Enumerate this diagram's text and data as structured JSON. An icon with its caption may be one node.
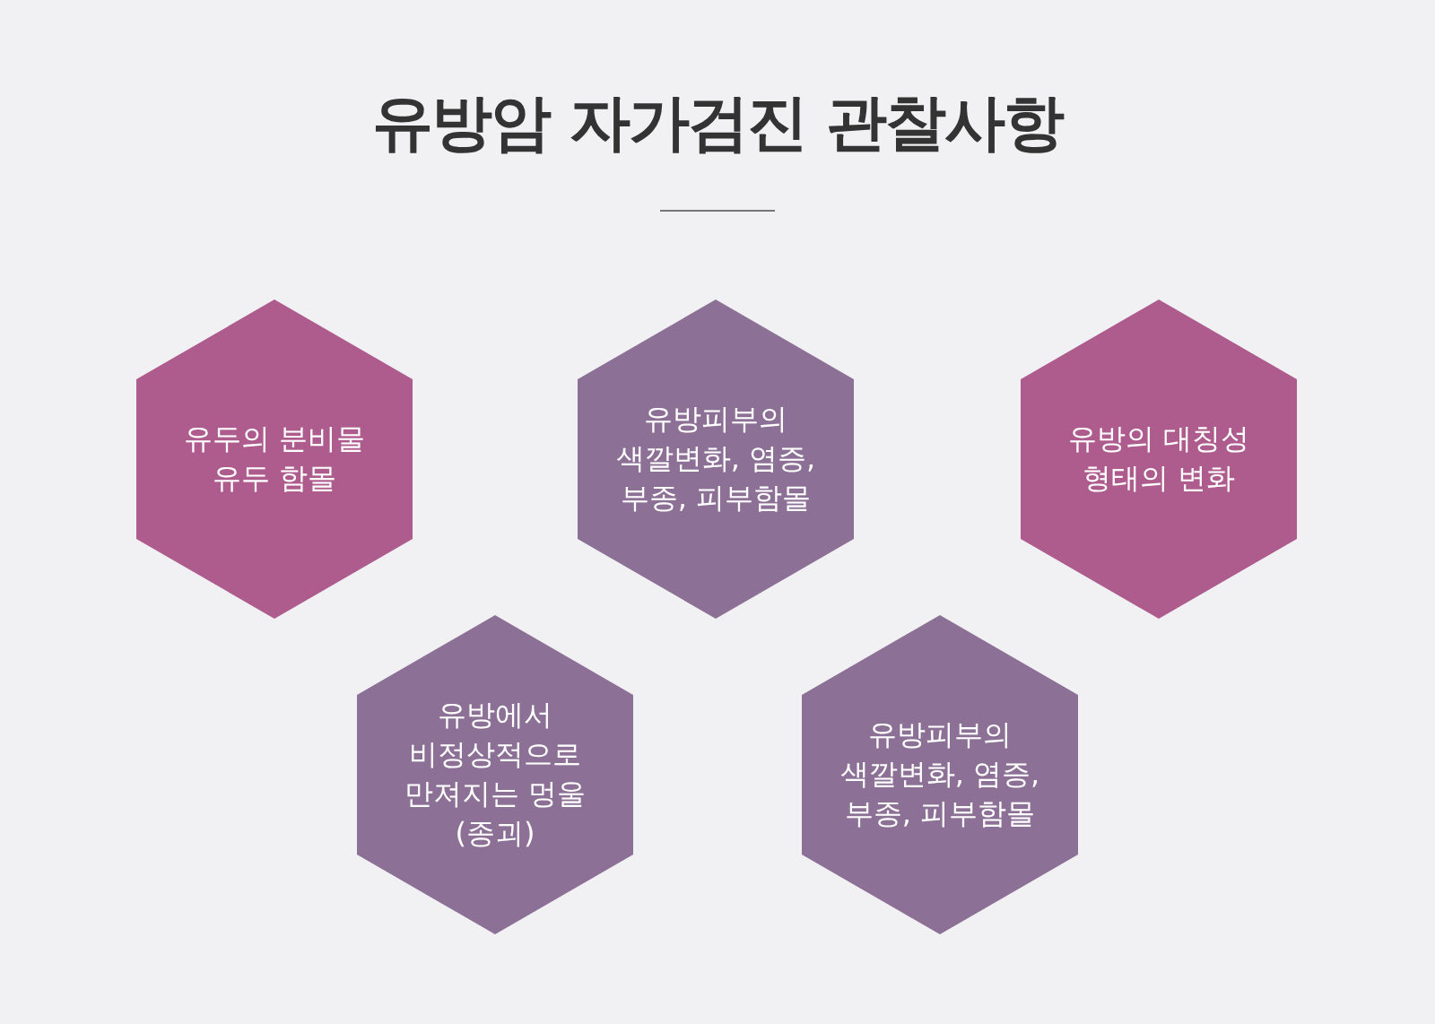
{
  "diagram": {
    "title": "유방암 자가검진 관찰사항",
    "nodes": [
      {
        "text": [
          "유두의 분비물 유두 함몰"
        ]
      },
      {
        "text": [
          "유방피부의 색깔변화, 염증, 부종, 피부함몰"
        ]
      },
      {
        "text": [
          "유방의 대칭성 형태의 변화"
        ]
      },
      {
        "text": [
          "유방에서 비정상적으로 만져지는 멍울(종괴)"
        ]
      },
      {
        "text": [
          "유방피부의 색깔변화, 염증, 부종, 피부함몰"
        ]
      }
    ]
  }
}
